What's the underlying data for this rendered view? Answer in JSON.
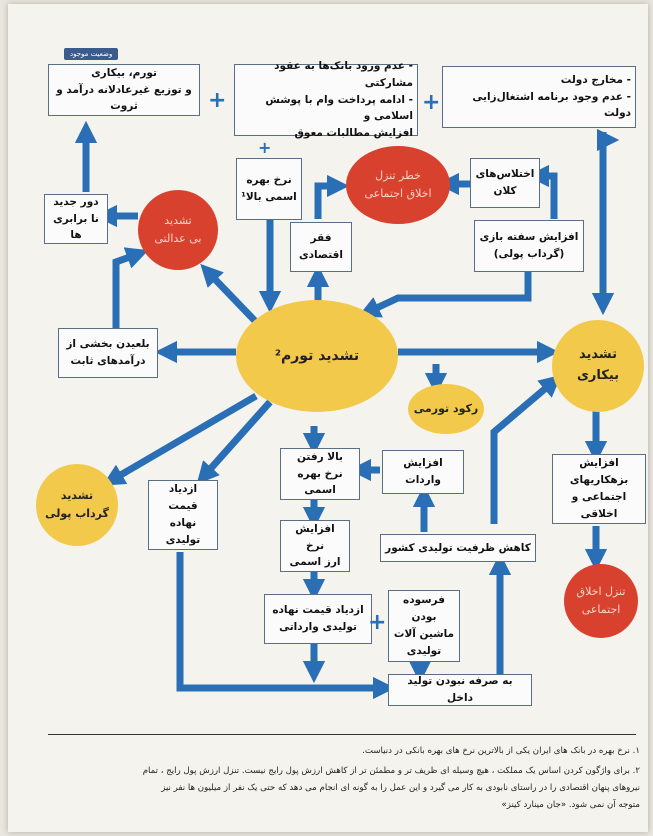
{
  "tag": "وضعیت موجود",
  "boxes": {
    "inflation_unemployment": "تورم، بیکاری\nو توزیع غیرعادلانه درآمد و ثروت",
    "bank_contracts": "- عدم ورود بانک‌ها به عقود مشارکتی\n- ادامه پرداخت وام با پوشش اسلامی و\nافزایش مطالبات معوق",
    "gov_spending": "- مخارج دولت\n- عدم وجود برنامه اشتغال‌زایی دولت",
    "interest_rate": "نرخ بهره\nاسمی بالا¹",
    "embezzlement": "اختلاس‌های\nکلان",
    "poverty": "فقر اقتصادی",
    "speculation": "افزایش سفته بازی\n(گرداب پولی)",
    "new_cycle": "دور جدید\nنا برابری ها",
    "fixed_income": "بلعیدن بخشی از\nدرآمدهای ثابت",
    "rising_nominal_rate": "بالا رفتن\nنرخ بهره اسمی",
    "rising_imports": "افزایش واردات",
    "rising_fx": "افزایش نرخ\nارز اسمی",
    "production_cost": "ازدیاد قیمت\nنهاده تولیدی",
    "capacity_drop": "کاهش ظرفیت تولیدی کشور",
    "import_cost": "ازدیاد قیمت نهاده\nتولیدی وارداتی",
    "old_machines": "فرسوده بودن\nماشین آلات\nتولیدی",
    "unprofitable": "به صرفه نبودن تولید داخل",
    "social_crimes": "افزایش بزهکاریهای\nاجتماعی و اخلاقی"
  },
  "circles": {
    "intensified_inflation": "تشدید تورم²",
    "intensified_unemployment": "تشدید\nبیکاری",
    "stagflation": "رکود تورمی",
    "monetary_vortex": "تشدید\nگرداب پولی",
    "injustice": "تشدید\nبی عدالتی",
    "moral_decline_top": "خطر تنزل\nاخلاق اجتماعی",
    "moral_decline_bottom": "تنزل اخلاق\nاجتماعی"
  },
  "footnotes": [
    "۱. نرخ بهره در بانک های ایران یکی از بالاترین نرخ های بهره بانکی در دنیاست.",
    "۲. برای واژگون کردن اساس یک مملکت ، هیچ وسیله ای ظریف تر و مطمئن تر از کاهش ارزش پول رایج نیست. تنزل ارزش پول رایج ، تمام",
    "نیروهای پنهان اقتصادی را در راستای نابودی به کار می گیرد و این عمل را به گونه ای انجام می دهد که حتی یک نفر از میلیون ها نفر نیز",
    "متوجه آن نمی شود. «جان مینارد کینز»"
  ],
  "colors": {
    "arrow": "#2a6fb5",
    "yellow": "#f2c94a",
    "red": "#d9412f",
    "box_border": "#5a6f86"
  }
}
